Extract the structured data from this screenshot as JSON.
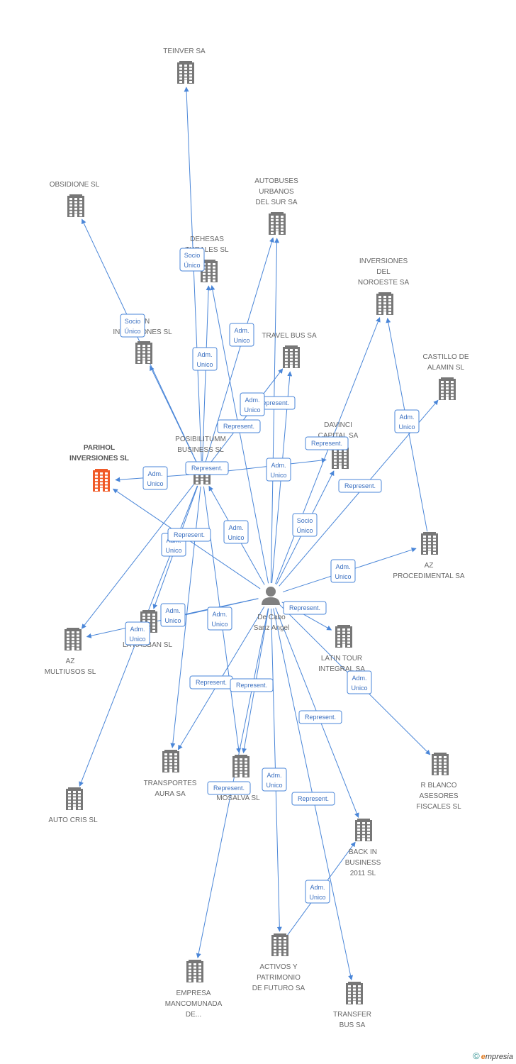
{
  "colors": {
    "edge": "#4a86d8",
    "building": "#777777",
    "focus": "#f05a28",
    "person": "#808080"
  },
  "person": {
    "id": "person",
    "lines": [
      "De Cabo",
      "Sanz Angel"
    ],
    "icon": "person-icon"
  },
  "nodes": [
    {
      "id": "teinver",
      "lines": [
        "TEINVER SA"
      ],
      "icon": "building-icon"
    },
    {
      "id": "obsidione",
      "lines": [
        "OBSIDIONE  SL"
      ],
      "icon": "building-icon"
    },
    {
      "id": "autobuses",
      "lines": [
        "AUTOBUSES",
        "URBANOS",
        "DEL SUR SA"
      ],
      "icon": "building-icon"
    },
    {
      "id": "dehesas",
      "lines": [
        "DEHESAS",
        "TURALES SL"
      ],
      "icon": "building-icon"
    },
    {
      "id": "inv_noroeste",
      "lines": [
        "INVERSIONES",
        "DEL",
        "NOROESTE SA"
      ],
      "icon": "building-icon"
    },
    {
      "id": "san_inversiones",
      "lines": [
        "SAN",
        "INVERSIONES SL"
      ],
      "icon": "building-icon"
    },
    {
      "id": "travel_bus",
      "lines": [
        "TRAVEL BUS SA"
      ],
      "icon": "building-icon"
    },
    {
      "id": "castillo",
      "lines": [
        "CASTILLO DE",
        "ALAMIN SL"
      ],
      "icon": "building-icon"
    },
    {
      "id": "davinci",
      "lines": [
        "DAVINCI",
        "CAPITAL SA"
      ],
      "icon": "building-icon"
    },
    {
      "id": "parihol",
      "lines": [
        "PARIHOL",
        "INVERSIONES SL"
      ],
      "icon": "building-icon",
      "focus": true
    },
    {
      "id": "posibilitumm",
      "lines": [
        "POSIBILITUMM",
        "BUSINESS SL"
      ],
      "icon": "building-icon"
    },
    {
      "id": "az_procedimental",
      "lines": [
        "AZ",
        "PROCEDIMENTAL SA"
      ],
      "icon": "building-icon"
    },
    {
      "id": "az_multiusos",
      "lines": [
        "AZ",
        "MULTIUSOS SL"
      ],
      "icon": "building-icon"
    },
    {
      "id": "kasbah",
      "lines": [
        "LA KASBAN SL"
      ],
      "icon": "building-icon"
    },
    {
      "id": "latin_tour",
      "lines": [
        "LATIN TOUR",
        "INTEGRAL SA"
      ],
      "icon": "building-icon"
    },
    {
      "id": "transportes_aura",
      "lines": [
        "TRANSPORTES",
        "AURA SA"
      ],
      "icon": "building-icon"
    },
    {
      "id": "mosalva",
      "lines": [
        "DE",
        "MOSALVA SL"
      ],
      "icon": "building-icon"
    },
    {
      "id": "r_blanco",
      "lines": [
        "R BLANCO",
        "ASESORES",
        "FISCALES SL"
      ],
      "icon": "building-icon"
    },
    {
      "id": "auto_cris",
      "lines": [
        "AUTO CRIS SL"
      ],
      "icon": "building-icon"
    },
    {
      "id": "back_in",
      "lines": [
        "BACK IN",
        "BUSINESS",
        "2011 SL"
      ],
      "icon": "building-icon"
    },
    {
      "id": "empresa_mancomunada",
      "lines": [
        "EMPRESA",
        "MANCOMUNADA",
        "DE..."
      ],
      "icon": "building-icon"
    },
    {
      "id": "activos",
      "lines": [
        "ACTIVOS Y",
        "PATRIMONIO",
        "DE FUTURO SA"
      ],
      "icon": "building-icon"
    },
    {
      "id": "transfer_bus",
      "lines": [
        "TRANSFER",
        "BUS SA"
      ],
      "icon": "building-icon"
    }
  ],
  "edges": [
    {
      "from": "posibilitumm",
      "to": "teinver",
      "label": [
        "Socio",
        "Único"
      ]
    },
    {
      "from": "posibilitumm",
      "to": "obsidione",
      "label": [
        "Socio",
        "Único"
      ]
    },
    {
      "from": "posibilitumm",
      "to": "dehesas",
      "label": [
        "Adm.",
        "Unico"
      ]
    },
    {
      "from": "posibilitumm",
      "to": "autobuses",
      "label": [
        "Adm.",
        "Unico"
      ]
    },
    {
      "from": "posibilitumm",
      "to": "san_inversiones",
      "label": []
    },
    {
      "from": "posibilitumm",
      "to": "travel_bus",
      "label": [
        "Represent."
      ]
    },
    {
      "from": "posibilitumm",
      "to": "davinci",
      "label": [
        "Represent."
      ]
    },
    {
      "from": "posibilitumm",
      "to": "parihol",
      "label": [
        "Adm.",
        "Unico"
      ]
    },
    {
      "from": "posibilitumm",
      "to": "az_multiusos",
      "label": [
        "Adm.",
        "Unico"
      ]
    },
    {
      "from": "posibilitumm",
      "to": "auto_cris",
      "label": [
        "Adm.",
        "Unico"
      ]
    },
    {
      "from": "posibilitumm",
      "to": "transportes_aura",
      "label": []
    },
    {
      "from": "posibilitumm",
      "to": "mosalva",
      "label": []
    },
    {
      "from": "posibilitumm",
      "to": "kasbah",
      "label": [
        "Adm.",
        "Unico"
      ]
    },
    {
      "from": "person",
      "to": "posibilitumm",
      "label": [
        "Adm.",
        "Unico"
      ]
    },
    {
      "from": "person",
      "to": "dehesas",
      "label": [
        "Represent."
      ]
    },
    {
      "from": "person",
      "to": "autobuses",
      "label": []
    },
    {
      "from": "person",
      "to": "travel_bus",
      "label": [
        "Adm.",
        "Unico"
      ]
    },
    {
      "from": "person",
      "to": "inv_noroeste",
      "label": [
        "Adm.",
        "Unico"
      ]
    },
    {
      "from": "person",
      "to": "davinci",
      "label": [
        "Socio",
        "Único"
      ]
    },
    {
      "from": "person",
      "to": "castillo",
      "label": [
        "Represent."
      ]
    },
    {
      "from": "person",
      "to": "parihol",
      "label": [
        "Represent."
      ]
    },
    {
      "from": "person",
      "to": "az_procedimental",
      "label": [
        "Adm.",
        "Unico"
      ]
    },
    {
      "from": "person",
      "to": "latin_tour",
      "label": [
        "Represent."
      ]
    },
    {
      "from": "person",
      "to": "r_blanco",
      "label": [
        "Adm.",
        "Unico"
      ]
    },
    {
      "from": "person",
      "to": "kasbah",
      "label": [
        "Represent."
      ]
    },
    {
      "from": "person",
      "to": "az_multiusos",
      "label": [
        "Adm.",
        "Unico"
      ]
    },
    {
      "from": "person",
      "to": "transportes_aura",
      "label": [
        "Represent."
      ]
    },
    {
      "from": "person",
      "to": "mosalva",
      "label": [
        "Represent."
      ]
    },
    {
      "from": "person",
      "to": "empresa_mancomunada",
      "label": [
        "Represent."
      ]
    },
    {
      "from": "person",
      "to": "activos",
      "label": [
        "Adm.",
        "Unico"
      ]
    },
    {
      "from": "person",
      "to": "back_in",
      "label": [
        "Represent."
      ]
    },
    {
      "from": "person",
      "to": "transfer_bus",
      "label": [
        "Represent."
      ]
    },
    {
      "from": "az_procedimental",
      "to": "inv_noroeste",
      "label": [
        "Adm.",
        "Unico"
      ]
    },
    {
      "from": "activos",
      "to": "back_in",
      "label": [
        "Adm.",
        "Unico"
      ]
    }
  ],
  "footer": {
    "copyright": "©",
    "brand_initial": "e",
    "brand_rest": "mpresia"
  }
}
